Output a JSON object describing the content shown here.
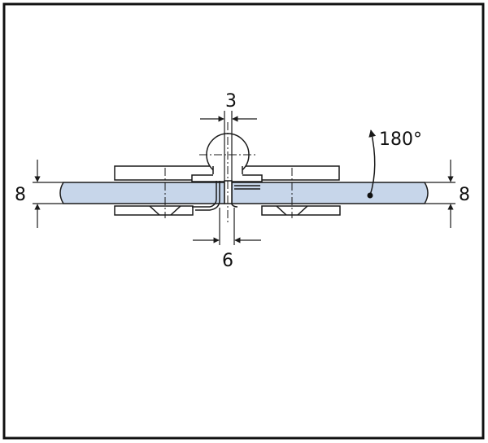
{
  "colors": {
    "glass": "#c7d6ea",
    "line": "#1a1a1a",
    "frame": "#111111",
    "hardware_fill": "#ffffff"
  },
  "dimensions": {
    "top_gap": "3",
    "bottom_gap": "6",
    "left_thickness": "8",
    "right_thickness": "8",
    "angle": "180°"
  }
}
